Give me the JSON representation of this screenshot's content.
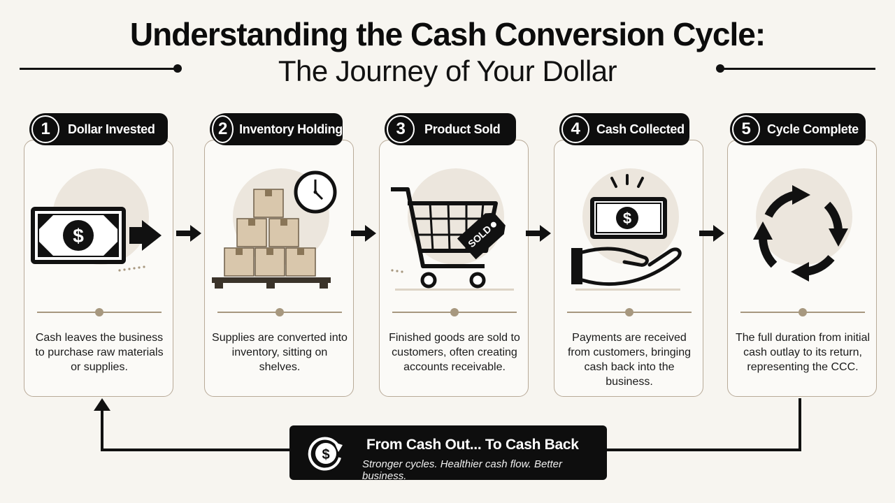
{
  "header": {
    "title": "Understanding the Cash Conversion Cycle:",
    "subtitle": "The Journey of Your Dollar"
  },
  "steps": [
    {
      "number": "1",
      "title": "Dollar Invested",
      "description": "Cash leaves the business to purchase raw materials or supplies.",
      "icon": "dollar-bill-arrow-icon"
    },
    {
      "number": "2",
      "title": "Inventory Holding",
      "description": "Supplies are converted into inventory, sitting on shelves.",
      "icon": "inventory-boxes-clock-icon"
    },
    {
      "number": "3",
      "title": "Product Sold",
      "description": "Finished goods are sold to customers, often creating accounts receivable.",
      "icon": "shopping-cart-sold-tag-icon",
      "tag_text": "SOLD"
    },
    {
      "number": "4",
      "title": "Cash Collected",
      "description": "Payments are received from customers, bringing cash back into the business.",
      "icon": "hand-receiving-cash-icon"
    },
    {
      "number": "5",
      "title": "Cycle Complete",
      "description": "The full duration from initial cash outlay to its return, representing the CCC.",
      "icon": "circular-arrows-icon"
    }
  ],
  "banner": {
    "title": "From Cash Out... To Cash Back",
    "tagline": "Stronger cycles. Healthier cash flow. Better business.",
    "icon": "dollar-cycle-icon"
  },
  "colors": {
    "background": "#f7f5f0",
    "ink": "#0e0e0e",
    "card_border": "#b8aa98",
    "accent_tan": "#a7987f",
    "blob": "#ece6dd",
    "box": "#d9c7ac"
  }
}
